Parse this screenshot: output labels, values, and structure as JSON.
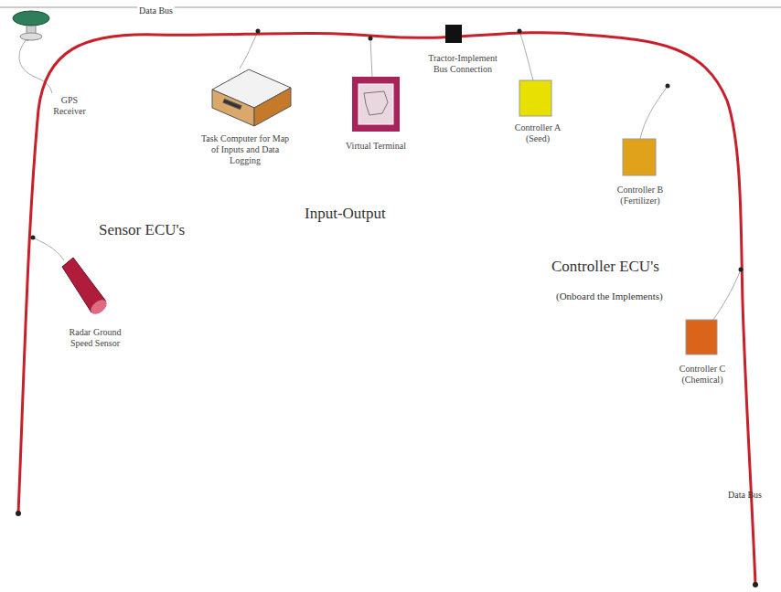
{
  "diagram": {
    "nodes": [
      {
        "text": [
          "GPS Receiver"
        ]
      },
      {
        "text": [
          "Task Computer for Map of Inputs and Data Logging"
        ]
      },
      {
        "text": [
          "Virtual Terminal"
        ]
      },
      {
        "text": [
          "Tractor-Implement Bus Connection"
        ]
      },
      {
        "text": [
          "Controller A",
          "(Seed)"
        ]
      },
      {
        "text": [
          "Controller B",
          "(Fertilizer)"
        ]
      },
      {
        "text": [
          "Radar Ground Speed Sensor"
        ]
      },
      {
        "text": [
          "Controller C",
          "(Chemical)"
        ]
      }
    ],
    "edges": [],
    "labels": [
      "Data Bus",
      "Sensor ECU's",
      "Input-Output",
      "Controller ECU's",
      "(Onboard the Implements)",
      "Data Bus"
    ]
  }
}
